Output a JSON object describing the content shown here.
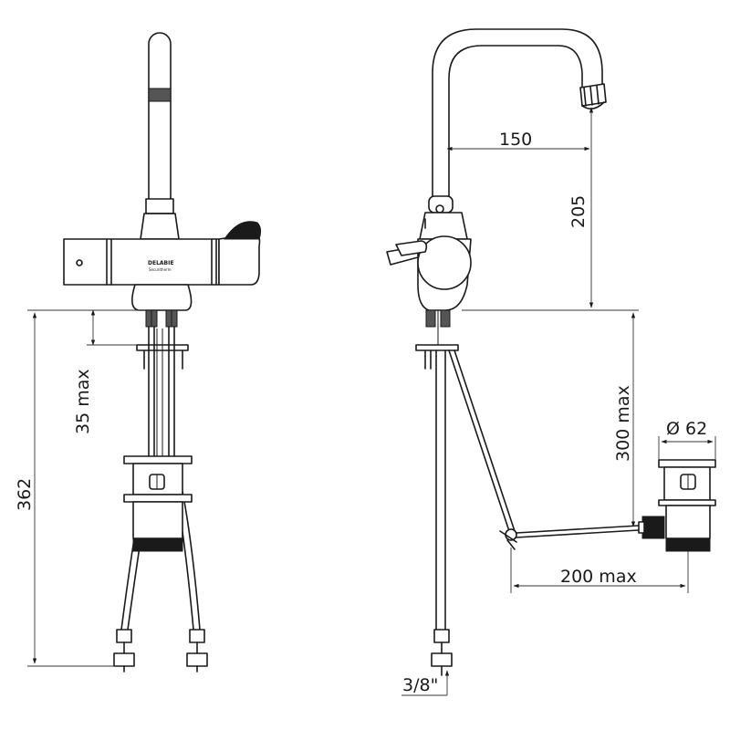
{
  "dimensions": {
    "spout_reach": "150",
    "spout_height": "205",
    "overall_height": "362",
    "deck_thickness": "35 max",
    "rod_vertical": "300 max",
    "rod_horizontal": "200 max",
    "waste_diameter": "Ø 62",
    "connection_size": "3/8\""
  },
  "branding": {
    "logo": "DELABIE",
    "sublogo": "Securitherm"
  },
  "colors": {
    "line": "#1a1a1a",
    "background": "#ffffff"
  }
}
